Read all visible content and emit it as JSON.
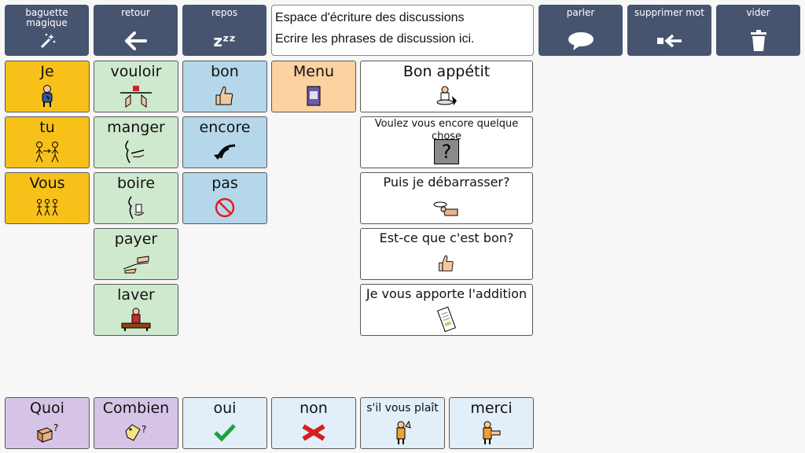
{
  "toolbar": {
    "magic_wand": "baguette magique",
    "back": "retour",
    "rest": "repos",
    "speak": "parler",
    "delete_word": "supprimer mot",
    "clear": "vider",
    "rest_glyph": "zᶻᶻ"
  },
  "message_box": {
    "line1": "Espace d'écriture des discussions",
    "line2": "Ecrire les phrases de discussion ici."
  },
  "pronouns": [
    "Je",
    "tu",
    "Vous"
  ],
  "verbs": [
    "vouloir",
    "manger",
    "boire",
    "payer",
    "laver"
  ],
  "modifiers": [
    "bon",
    "encore",
    "pas"
  ],
  "menu": "Menu",
  "phrases": [
    "Bon appétit",
    "Voulez vous encore quelque chose",
    "Puis je débarrasser?",
    "Est-ce que c'est bon?",
    "Je vous apporte l'addition"
  ],
  "question_mark": "?",
  "bottom": [
    "Quoi",
    "Combien",
    "oui",
    "non",
    "s'il vous plaît",
    "merci"
  ],
  "colors": {
    "toolbar": "#475470",
    "pronoun": "#f8c11a",
    "verb": "#cfe9cf",
    "modifier": "#b6d7ea",
    "menu": "#fcd2a1",
    "phrase": "#ffffff",
    "question": "#d6c4e6",
    "answer": "#e2eef8"
  }
}
